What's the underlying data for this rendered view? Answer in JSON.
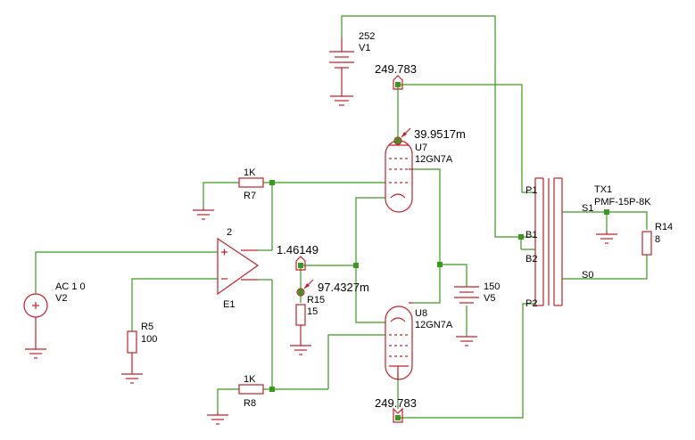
{
  "components": {
    "v1": {
      "value": "252",
      "ref": "V1"
    },
    "v2": {
      "value": "AC 1 0",
      "ref": "V2"
    },
    "v5": {
      "value": "150",
      "ref": "V5"
    },
    "r5": {
      "ref": "R5",
      "value": "100"
    },
    "r7": {
      "value": "1K",
      "ref": "R7"
    },
    "r8": {
      "value": "1K",
      "ref": "R8"
    },
    "r14": {
      "ref": "R14",
      "value": "8"
    },
    "r15": {
      "ref": "R15",
      "value": "15"
    },
    "e1": {
      "gain": "2",
      "ref": "E1"
    },
    "u7": {
      "ref": "U7",
      "model": "12GN7A"
    },
    "u8": {
      "ref": "U8",
      "model": "12GN7A"
    },
    "tx1": {
      "ref": "TX1",
      "model": "PMF-15P-8K",
      "pins": {
        "p1": "P1",
        "b1": "B1",
        "b2": "B2",
        "p2": "P2",
        "s1": "S1",
        "s0": "S0"
      }
    }
  },
  "probes": {
    "plate_top": "249.783",
    "plate_bottom": "249.783",
    "cathode_node": "1.46149",
    "u7_current": "39.9517m",
    "r15_current": "97.4327m"
  },
  "colors": {
    "wire": "#3a9a1e",
    "component": "#c0202a",
    "text": "#000000"
  }
}
